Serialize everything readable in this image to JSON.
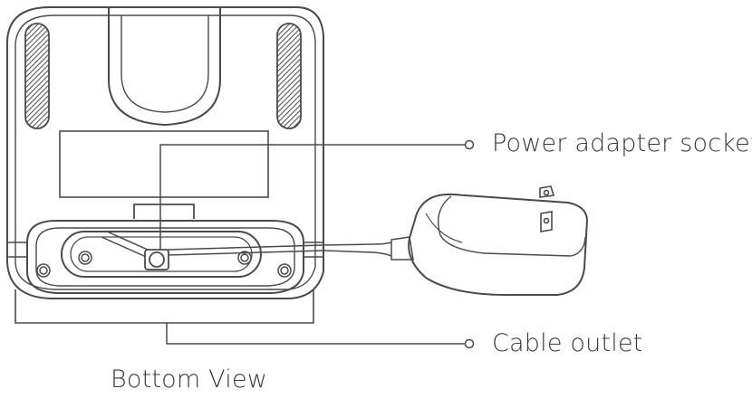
{
  "callouts": {
    "power_adapter_socket": "Power adapter socket",
    "cable_outlet": "Cable outlet"
  },
  "caption": "Bottom View",
  "colors": {
    "line": "#4a4a4a",
    "vent": "#6d6d6d",
    "text": "#3a3a3a"
  }
}
